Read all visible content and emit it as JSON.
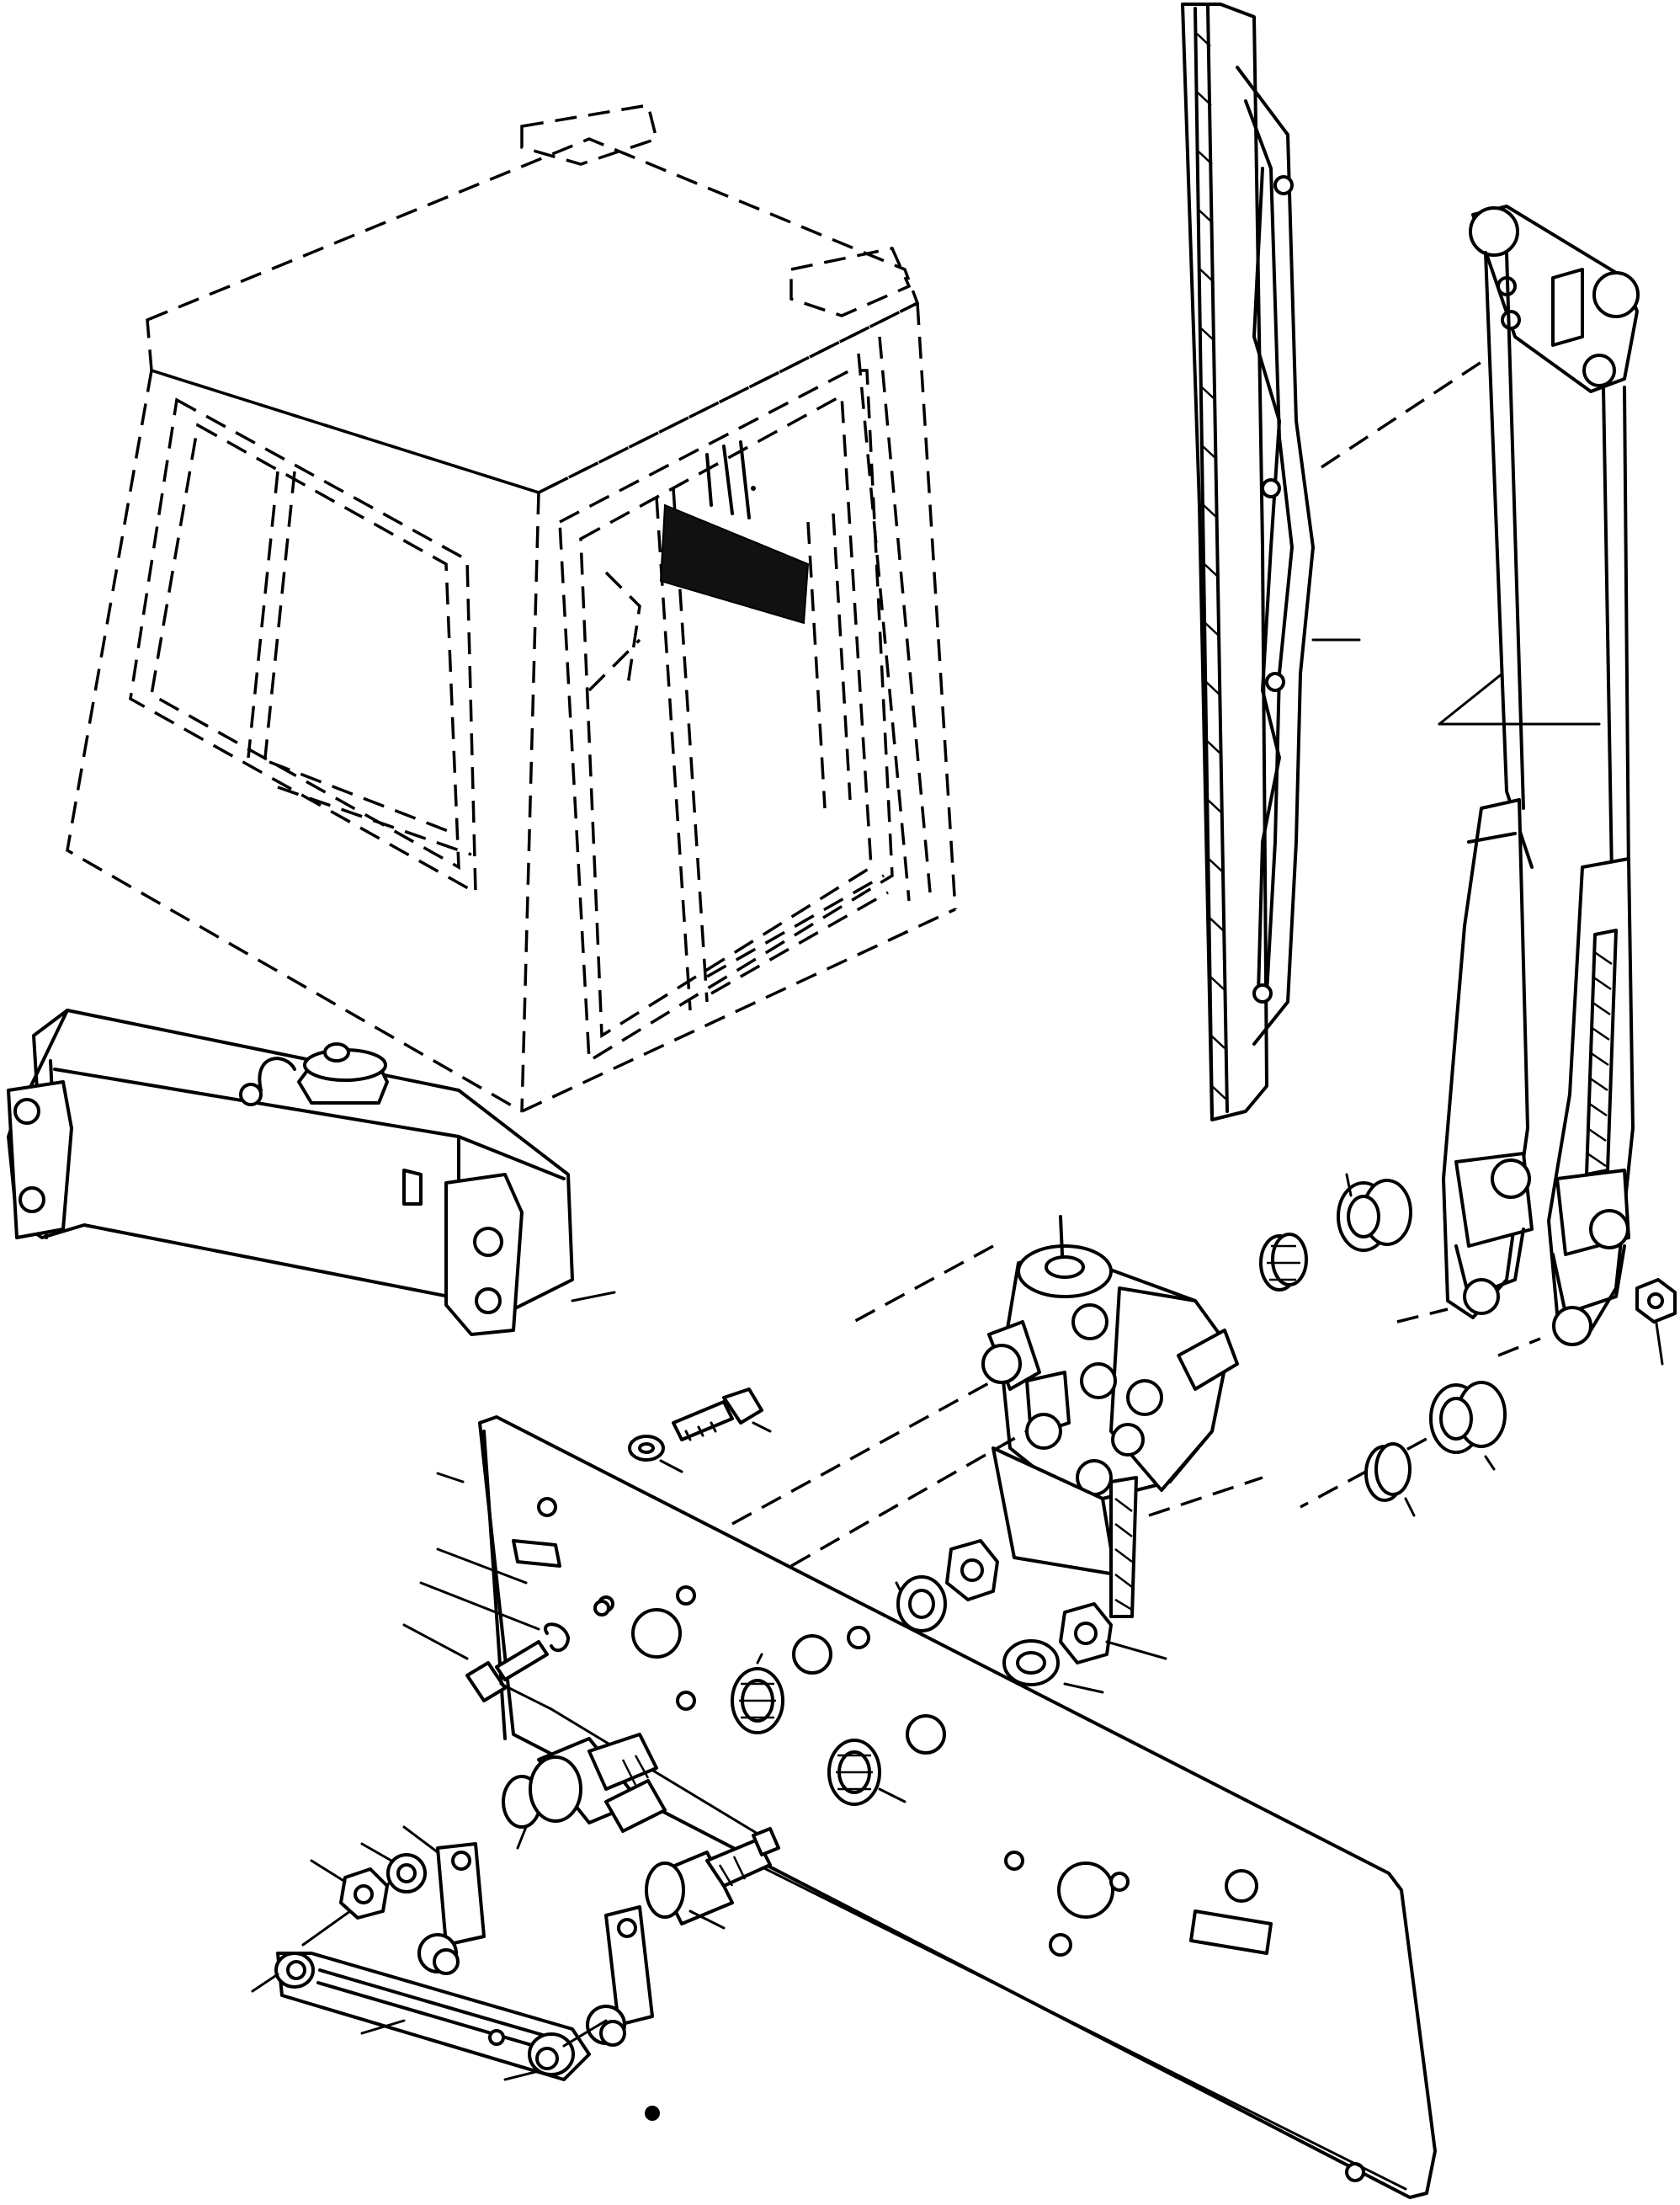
{
  "diagram": {
    "type": "exploded-parts-view",
    "components": [
      "cab-outline",
      "washer-reservoir",
      "wiper-blade",
      "wiper-arms",
      "wiper-motor",
      "mounting-plate",
      "linkage-bar",
      "pivot-shafts",
      "fasteners"
    ],
    "colors": {
      "line": "#000000",
      "background": "#ffffff"
    }
  }
}
